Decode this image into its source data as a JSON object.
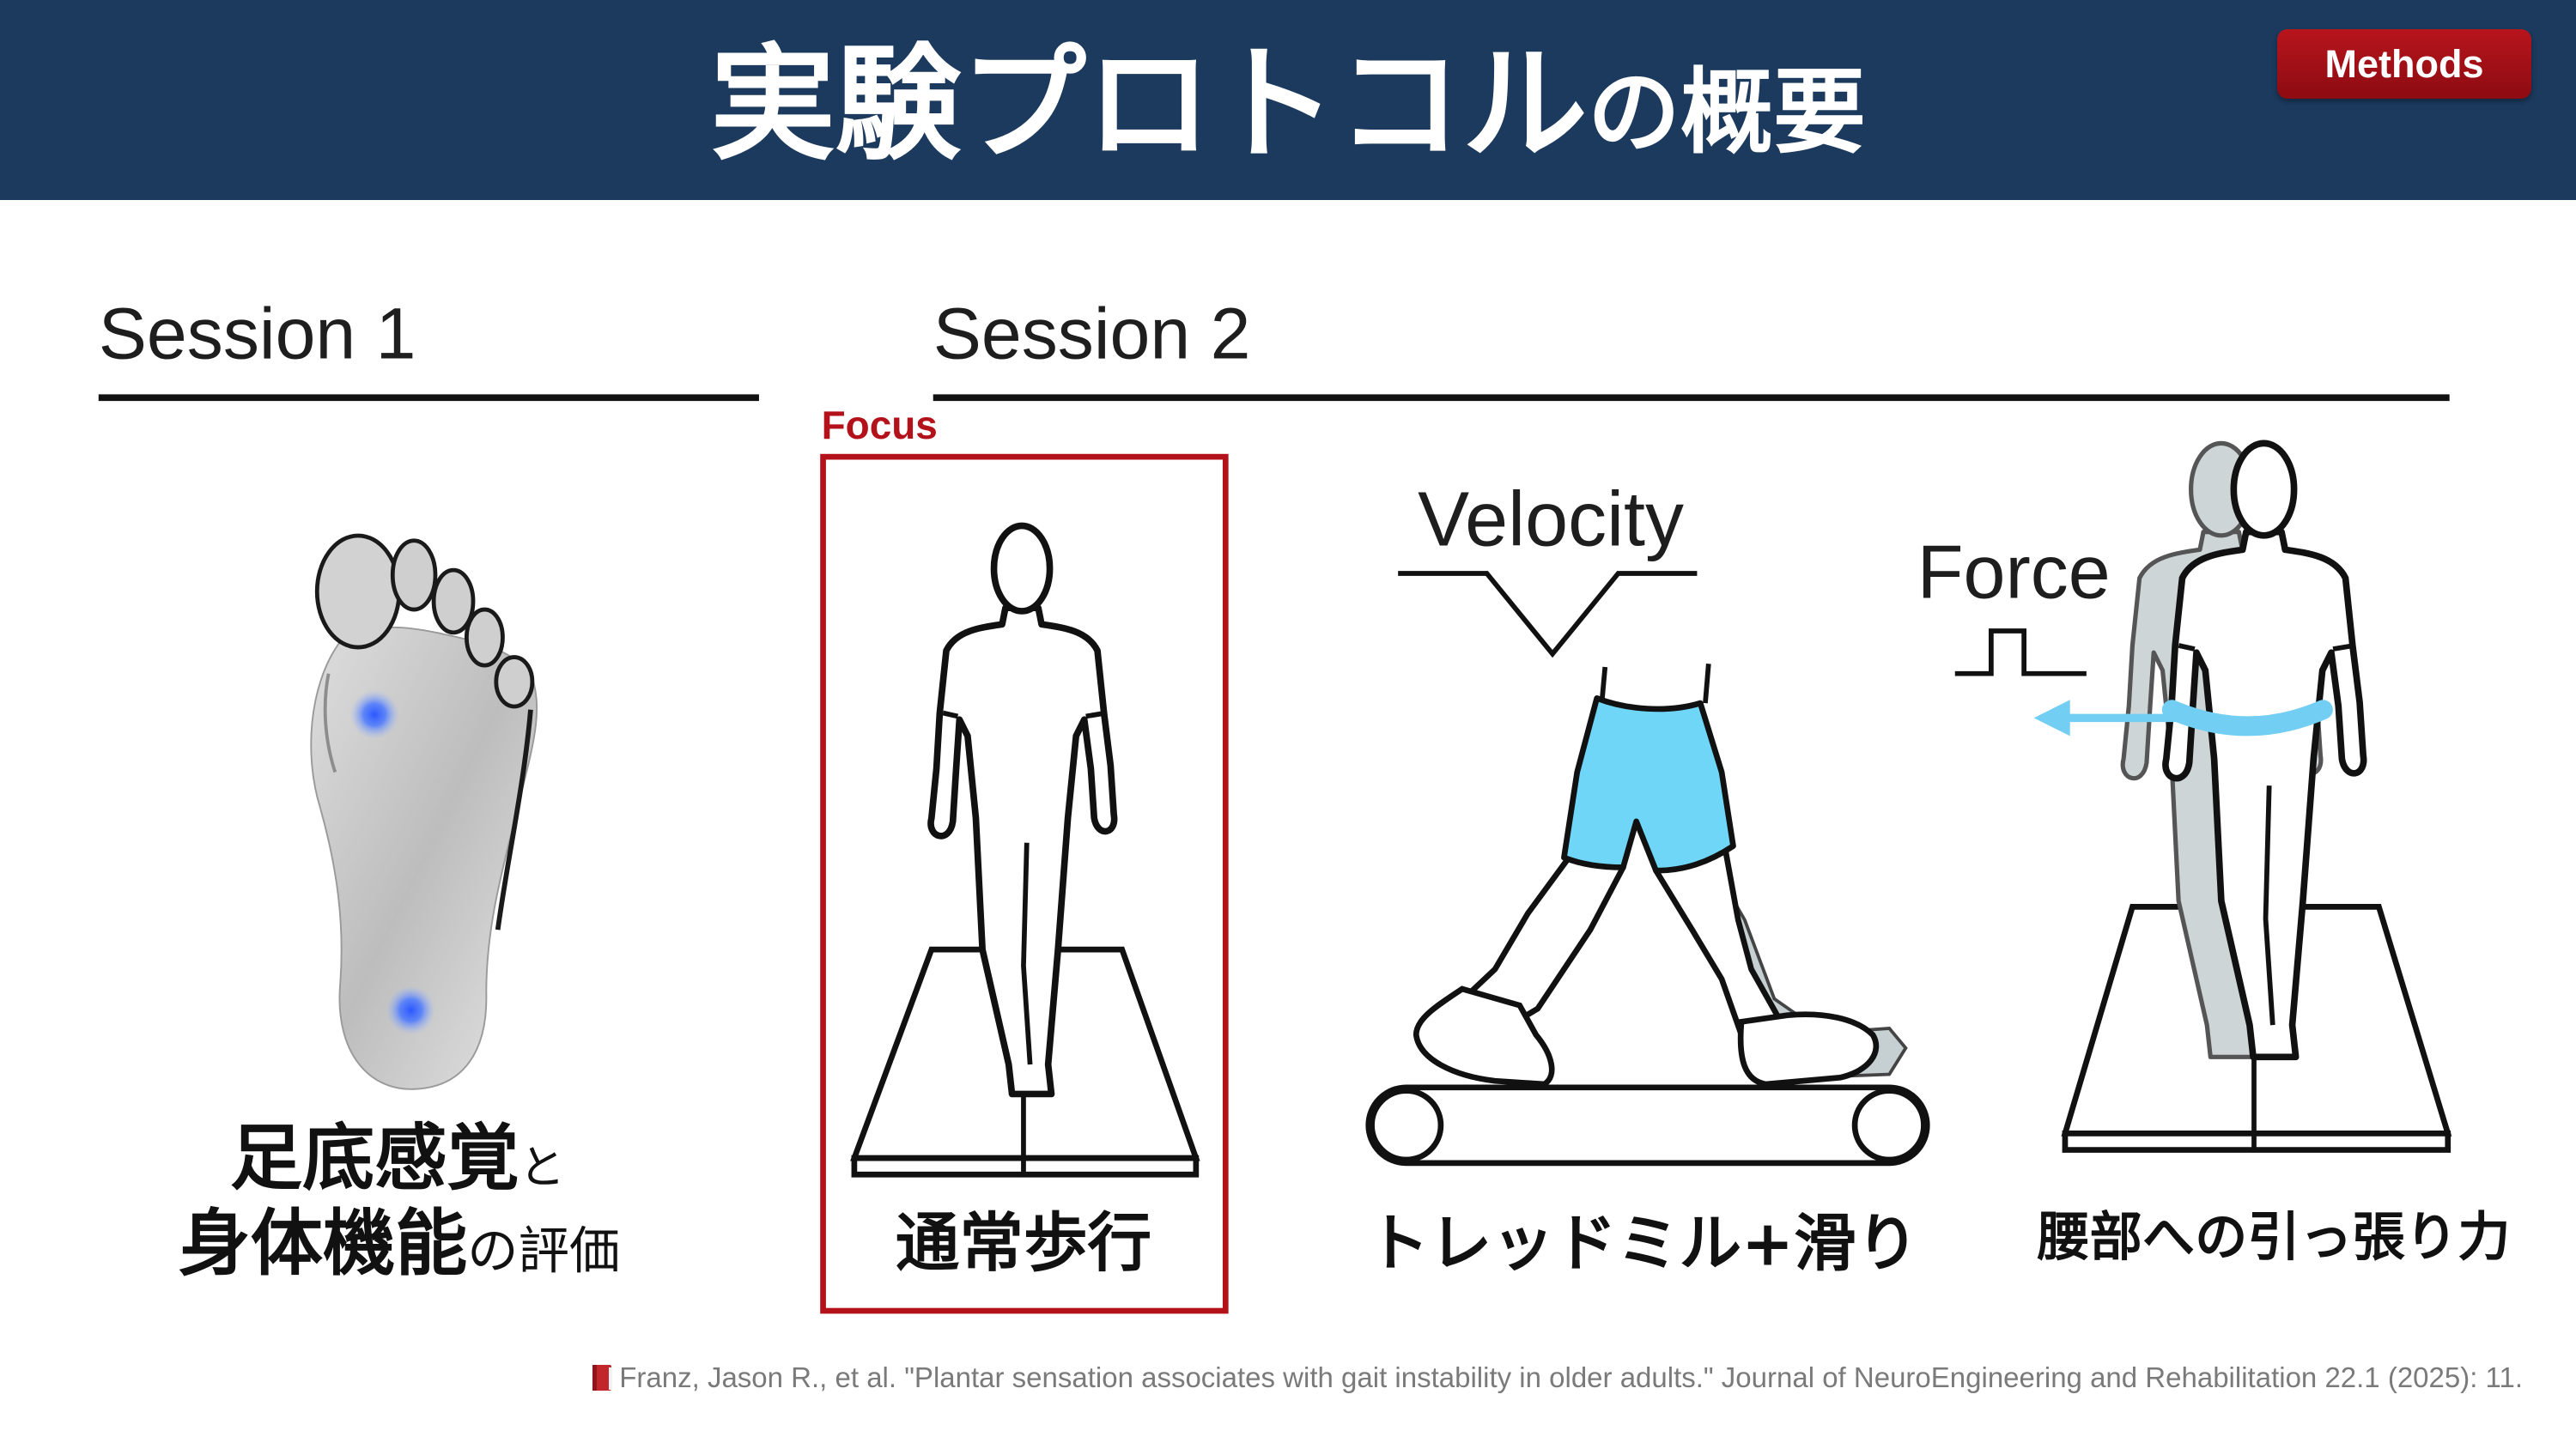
{
  "header": {
    "title_main": "実験プロトコル",
    "title_suffix": "の概要",
    "badge": "Methods"
  },
  "session1": {
    "label": "Session 1",
    "caption_line1_main": "足底感覚",
    "caption_line1_suffix": "と",
    "caption_line2_main": "身体機能",
    "caption_line2_suffix": "の評価"
  },
  "session2": {
    "label": "Session 2",
    "focus_label": "Focus",
    "panels": [
      {
        "caption": "通常歩行"
      },
      {
        "caption": "トレッドミル+滑り",
        "trace_label": "Velocity"
      },
      {
        "caption": "腰部への引っ張り力",
        "trace_label": "Force"
      }
    ]
  },
  "citation": {
    "icon": "book-icon",
    "text": "Franz, Jason R., et al. \"Plantar sensation associates with gait instability in older adults.\" Journal of NeuroEngineering and Rehabilitation 22.1 (2025): 11."
  },
  "colors": {
    "header_bg": "#1b3a5e",
    "badge_red": "#a3111a",
    "focus_red": "#b3121b",
    "shorts_blue": "#6fd6f8",
    "pull_band_blue": "#72cff3",
    "sensor_blue": "#2b57ff",
    "citation_gray": "#7a7a7a"
  }
}
